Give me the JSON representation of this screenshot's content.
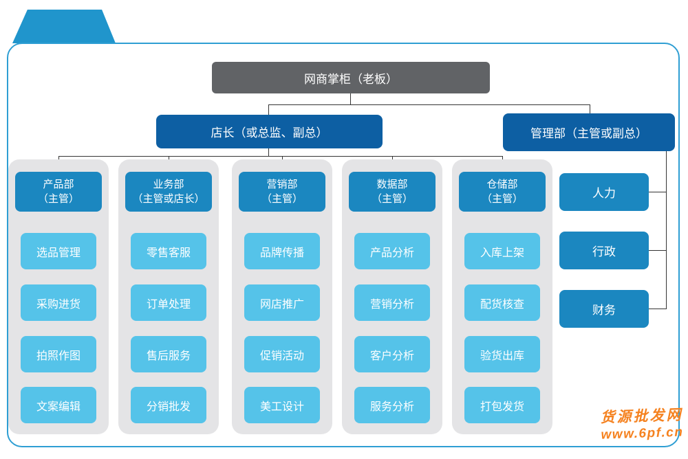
{
  "root": {
    "label": "网商掌柜（老板）"
  },
  "level2": {
    "store_manager": "店长（或总监、副总）",
    "admin_dept": "管理部（主管或副总）"
  },
  "columns": [
    {
      "title": "产品部",
      "subtitle": "（主管）",
      "items": [
        "选品管理",
        "采购进货",
        "拍照作图",
        "文案编辑"
      ]
    },
    {
      "title": "业务部",
      "subtitle": "（主管或店长）",
      "items": [
        "零售客服",
        "订单处理",
        "售后服务",
        "分销批发"
      ]
    },
    {
      "title": "营销部",
      "subtitle": "（主管）",
      "items": [
        "品牌传播",
        "网店推广",
        "促销活动",
        "美工设计"
      ]
    },
    {
      "title": "数据部",
      "subtitle": "（主管）",
      "items": [
        "产品分析",
        "营销分析",
        "客户分析",
        "服务分析"
      ]
    },
    {
      "title": "仓储部",
      "subtitle": "（主管）",
      "items": [
        "入库上架",
        "配货核查",
        "验货出库",
        "打包发货"
      ]
    }
  ],
  "admin_items": [
    "人力",
    "行政",
    "财务"
  ],
  "watermark": {
    "line1": "货源批发网",
    "line2": "www.6pf.cn"
  },
  "colors": {
    "folder_tab": "#2095cc",
    "frame_border": "#2e9ed3",
    "root_box": "#616366",
    "level2_box": "#0d5fa3",
    "dept_box": "#1b87c0",
    "item_box": "#55c3e9",
    "column_bg": "#e4e4e6",
    "connector": "#333333",
    "watermark": "#f58220"
  }
}
